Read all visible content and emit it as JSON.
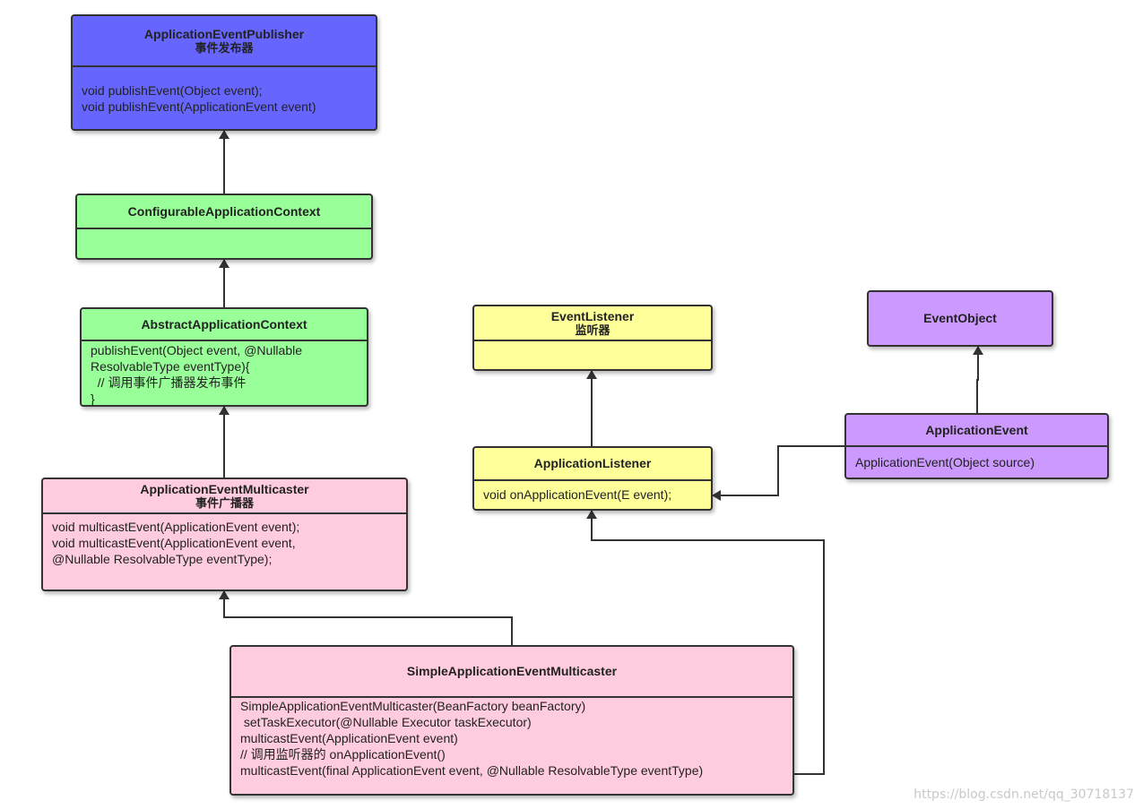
{
  "classes": {
    "publisher": {
      "name": "ApplicationEventPublisher",
      "subtitle": "事件发布器",
      "body": "void publishEvent(Object event);\nvoid publishEvent(ApplicationEvent event)",
      "color": "#6666ff"
    },
    "configurable": {
      "name": "ConfigurableApplicationContext",
      "body": "",
      "color": "#99ff99"
    },
    "abstract": {
      "name": "AbstractApplicationContext",
      "body": "publishEvent(Object event, @Nullable\nResolvableType eventType){\n  // 调用事件广播器发布事件\n}",
      "color": "#99ff99"
    },
    "multicaster": {
      "name": "ApplicationEventMulticaster",
      "subtitle": "事件广播器",
      "body": "void multicastEvent(ApplicationEvent event);\nvoid multicastEvent(ApplicationEvent event,\n@Nullable ResolvableType eventType);",
      "color": "#ffccdf"
    },
    "simple": {
      "name": "SimpleApplicationEventMulticaster",
      "body": "SimpleApplicationEventMulticaster(BeanFactory beanFactory)\n setTaskExecutor(@Nullable Executor taskExecutor)\nmulticastEvent(ApplicationEvent event)\n// 调用监听器的 onApplicationEvent()\nmulticastEvent(final ApplicationEvent event, @Nullable ResolvableType eventType)",
      "color": "#ffccdf"
    },
    "eventListener": {
      "name": "EventListener",
      "subtitle": "监听器",
      "body": "",
      "color": "#ffff99"
    },
    "appListener": {
      "name": "ApplicationListener",
      "body": "void onApplicationEvent(E event);",
      "color": "#ffff99"
    },
    "eventObject": {
      "name": "EventObject",
      "color": "#cc99ff"
    },
    "appEvent": {
      "name": "ApplicationEvent",
      "body": "ApplicationEvent(Object source)",
      "color": "#cc99ff"
    }
  },
  "watermark": "https://blog.csdn.net/qq_30718137"
}
